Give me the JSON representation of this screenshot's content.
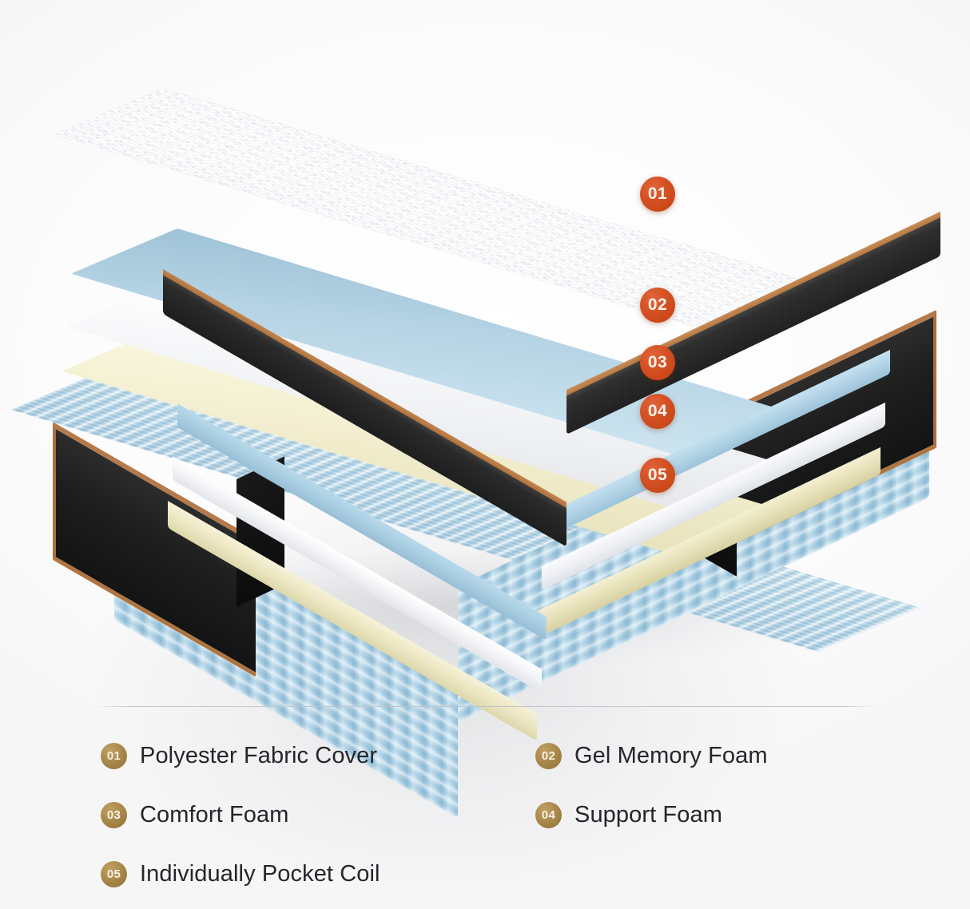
{
  "page": {
    "title": "Mattress Layer Construction Diagram",
    "background_color": "#fcfcfc"
  },
  "diagram": {
    "name": "exploded-mattress-layers",
    "callout_badge_color": "#d44f22",
    "callouts": [
      {
        "number": "01",
        "layer": "Polyester Fabric Cover"
      },
      {
        "number": "02",
        "layer": "Gel Memory Foam"
      },
      {
        "number": "03",
        "layer": "Comfort Foam"
      },
      {
        "number": "04",
        "layer": "Support Foam"
      },
      {
        "number": "05",
        "layer": "Individually Pocket Coil"
      }
    ],
    "layers": [
      {
        "id": "01",
        "name": "Polyester Fabric Cover",
        "color": "#ffffff",
        "trim_color": "#b0743f",
        "band_color": "#1d1d1d"
      },
      {
        "id": "02",
        "name": "Gel Memory Foam",
        "color": "#a9cfe3"
      },
      {
        "id": "03",
        "name": "Comfort Foam",
        "color": "#f2f3f5"
      },
      {
        "id": "04",
        "name": "Support Foam",
        "color": "#eee8c4"
      },
      {
        "id": "05",
        "name": "Individually Pocket Coil",
        "color": "#a8cee3",
        "border_panel_color": "#1d1d1d",
        "piping_color": "#b0743f"
      }
    ]
  },
  "legend": {
    "badge_color": "#a9884a",
    "text_color": "#24262a",
    "rows": [
      [
        {
          "number": "01",
          "label": "Polyester Fabric Cover"
        },
        {
          "number": "02",
          "label": "Gel Memory Foam"
        }
      ],
      [
        {
          "number": "03",
          "label": "Comfort Foam"
        },
        {
          "number": "04",
          "label": "Support Foam"
        }
      ],
      [
        {
          "number": "05",
          "label": "Individually Pocket Coil"
        }
      ]
    ]
  }
}
